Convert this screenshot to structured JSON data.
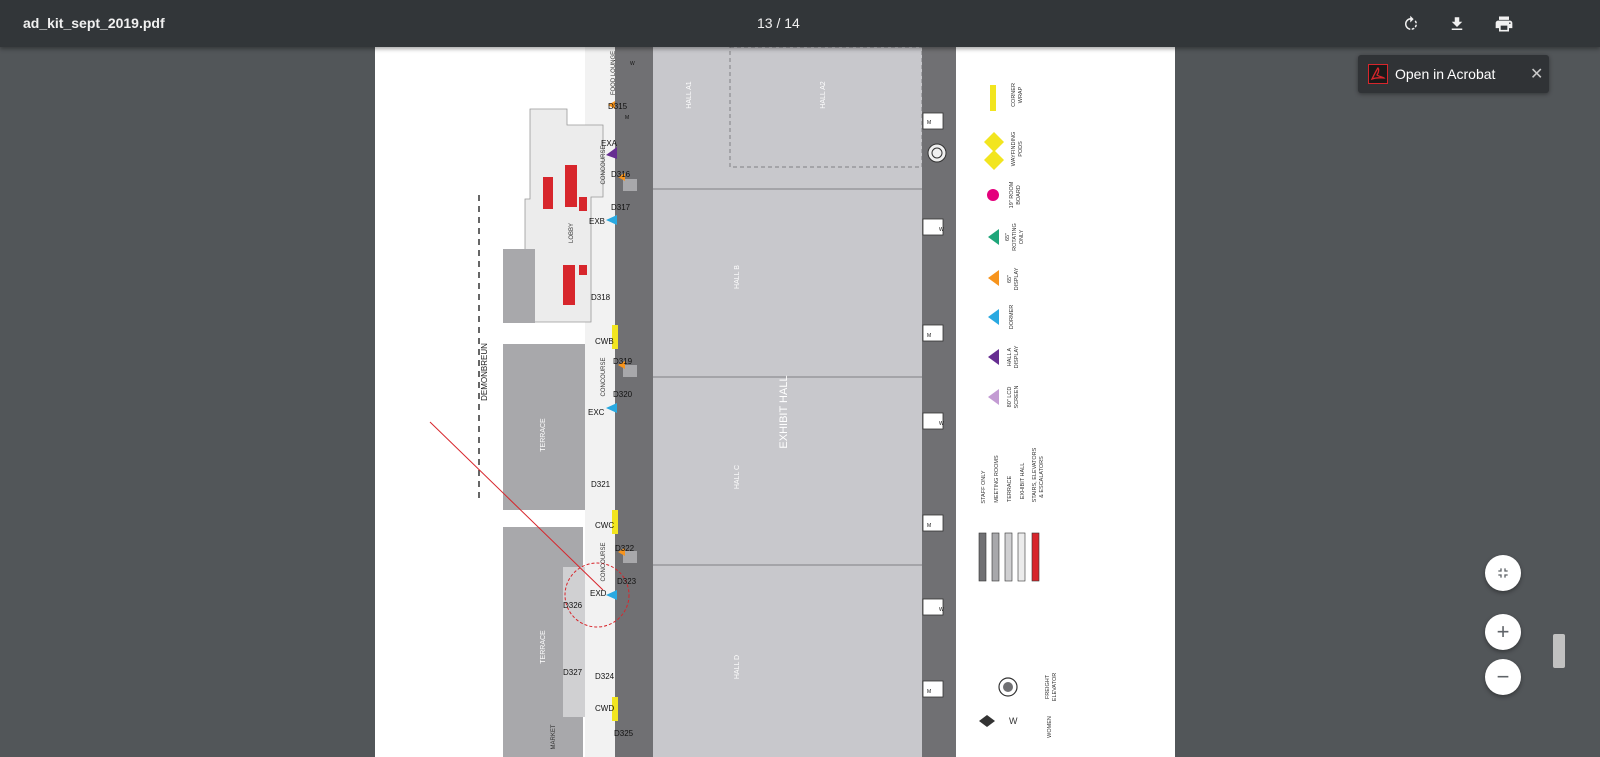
{
  "toolbar": {
    "title": "ad_kit_sept_2019.pdf",
    "page_indicator": "13 / 14",
    "rotate_icon": "rotate-icon",
    "download_icon": "download-icon",
    "print_icon": "print-icon"
  },
  "toast": {
    "label": "Open in Acrobat",
    "close": "✕",
    "icon": "acrobat-icon"
  },
  "controls": {
    "fit_icon": "fit-to-page-icon",
    "zoom_in": "+",
    "zoom_out": "−"
  },
  "map": {
    "street": "DEMONBREUN",
    "terrace_1": "TERRACE",
    "terrace_2": "TERRACE",
    "lobby": "LOBBY",
    "market": "MARKET",
    "concourse_1": "CONCOURSE",
    "concourse_2": "CONCOURSE",
    "concourse_3": "CONCOURSE",
    "food_lounge": "FOOD LOUNGE",
    "exhibit_hall": "EXHIBIT HALL",
    "hall_a1": "HALL A1",
    "hall_a2": "HALL A2",
    "hall_b": "HALL B",
    "hall_c": "HALL C",
    "hall_d": "HALL D",
    "d315": "D315",
    "exa": "EXA",
    "d316": "D316",
    "d317": "D317",
    "exb": "EXB",
    "d318": "D318",
    "cwb": "CWB",
    "d319": "D319",
    "d320": "D320",
    "exc": "EXC",
    "d321": "D321",
    "cwc": "CWC",
    "d322": "D322",
    "d323": "D323",
    "exd": "EXD",
    "d326": "D326",
    "d327": "D327",
    "d324": "D324",
    "cwd": "CWD",
    "d325": "D325",
    "w": "W",
    "m": "M"
  },
  "legend": {
    "corner_wrap": [
      "CORNER",
      "WRAP"
    ],
    "wayfinding_pods": [
      "WAYFINDING",
      "PODS"
    ],
    "room_board": [
      "19\" ROOM",
      "BOARD"
    ],
    "rotating_only": [
      "65\"",
      "ROTATING",
      "ONLY"
    ],
    "display_65": [
      "65\"",
      "DISPLAY"
    ],
    "dormer": [
      "DORMER"
    ],
    "hall_a_display": [
      "HALL A",
      "DISPLAY"
    ],
    "lcd_screen": [
      "80\" LCD",
      "SCREEN"
    ],
    "staff_only": "STAFF ONLY",
    "meeting_rooms": "MEETING ROOMS",
    "terrace": "TERRACE",
    "exhibit_hall": "EXHIBIT HALL",
    "stairs_1": "STAIRS, ELEVATORS",
    "stairs_2": "& ESCALATORS",
    "freight_elevator": [
      "FREIGHT",
      "ELEVATOR"
    ],
    "women": "WOMEN",
    "w": "W"
  },
  "colors": {
    "toolbar_bg": "#323639",
    "viewer_bg": "#525659",
    "hall": "#c8c8cc",
    "building_dark": "#707073",
    "yellow": "#f2e51f",
    "magenta": "#e4007c",
    "green": "#1fa67a",
    "orange": "#f7941d",
    "cyan": "#29a9e1",
    "purple": "#662d91",
    "lavender": "#c39bd3",
    "red": "#d7262c"
  }
}
